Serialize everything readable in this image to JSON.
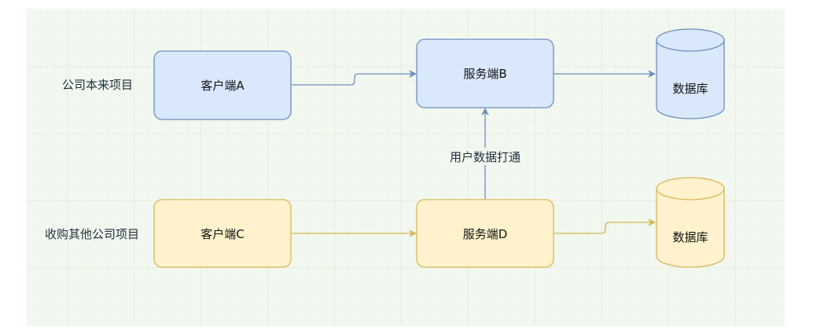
{
  "row_labels": {
    "top": "公司本来项目",
    "bottom": "收购其他公司项目"
  },
  "nodes": {
    "client_a": "客户端A",
    "server_b": "服务端B",
    "db_top": "数据库",
    "client_c": "客户端C",
    "server_d": "服务端D",
    "db_bottom": "数据库"
  },
  "edge_labels": {
    "sync": "用户数据打通"
  },
  "colors": {
    "grid_background": "#f2f8ef",
    "grid_line": "#dde8d9",
    "blue_fill": "#dae8fc",
    "blue_stroke": "#6c8ebf",
    "yellow_fill": "#fff2cc",
    "yellow_stroke": "#d6b656"
  }
}
